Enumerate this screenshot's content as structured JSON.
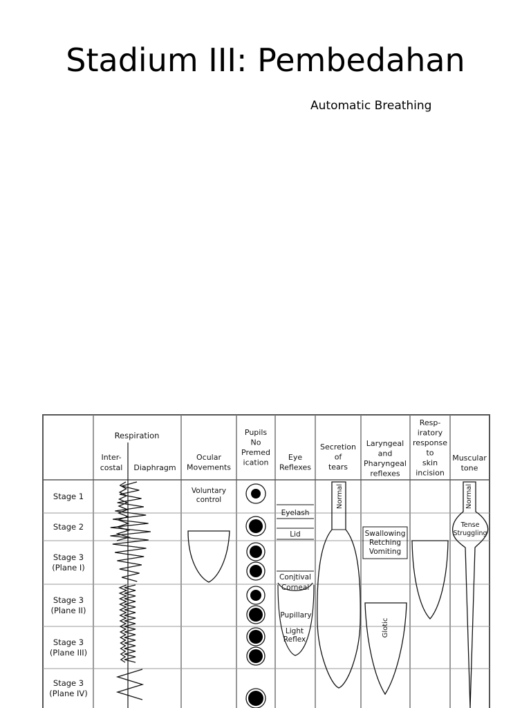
{
  "slide": {
    "title": "Stadium III: Pembedahan",
    "subtitle": "Automatic Breathing"
  },
  "table": {
    "respiration_header": "Respiration",
    "sub_headers": {
      "intercostal": [
        "Inter-",
        "costal"
      ],
      "diaphragm": [
        "Diaphragm"
      ]
    },
    "headers": [
      {
        "key": "ocular",
        "lines": [
          "Ocular",
          "Movements"
        ]
      },
      {
        "key": "pupils",
        "lines": [
          "Pupils",
          "No",
          "Premed",
          "ication"
        ]
      },
      {
        "key": "eye",
        "lines": [
          "Eye",
          "Reflexes"
        ]
      },
      {
        "key": "tears",
        "lines": [
          "Secretion",
          "of",
          "tears"
        ]
      },
      {
        "key": "laryngeal",
        "lines": [
          "Laryngeal",
          "and",
          "Pharyngeal",
          "reflexes"
        ]
      },
      {
        "key": "resp_resp",
        "lines": [
          "Resp-",
          "iratory",
          "response",
          "to",
          "skin",
          "incision"
        ]
      },
      {
        "key": "muscular",
        "lines": [
          "Muscular",
          "tone"
        ]
      }
    ],
    "stages": [
      [
        "Stage 1"
      ],
      [
        "Stage 2"
      ],
      [
        "Stage 3",
        "(Plane I)"
      ],
      [
        "Stage 3",
        "(Plane II)"
      ],
      [
        "Stage 3",
        "(Plane III)"
      ],
      [
        "Stage 3",
        "(Plane IV)"
      ]
    ],
    "cell_text": {
      "voluntary": [
        "Voluntary",
        "control"
      ],
      "eyelash": "Eyelash",
      "lid": "Lid",
      "conjunctival": "Conjtival",
      "corneal": "Corneal",
      "pupillary": "Pupillary",
      "light_reflex": [
        "Light",
        "Reflex"
      ],
      "tears_normal": "Normal",
      "swallowing": [
        "Swallowing",
        "Retching",
        "Vomiting"
      ],
      "glottic": "Glotic",
      "muscle_normal": "Normal",
      "tense": [
        "Tense",
        "Struggling"
      ]
    }
  }
}
